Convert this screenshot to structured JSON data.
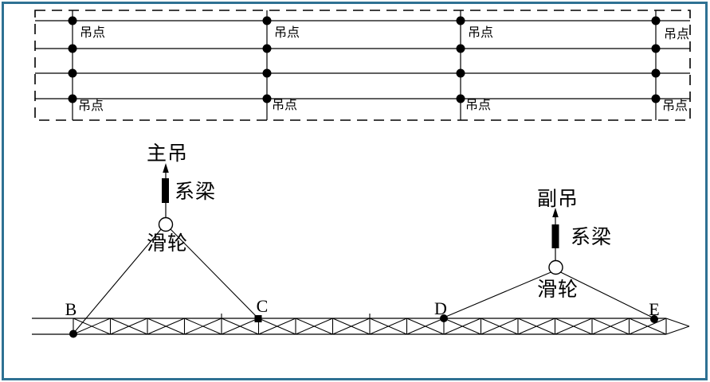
{
  "plan_view": {
    "hoist_point_label": "吊点"
  },
  "elevation": {
    "main_assembly": {
      "crane_label": "主吊",
      "tie_beam_label": "系梁",
      "pulley_label": "滑轮"
    },
    "aux_assembly": {
      "crane_label": "副吊",
      "tie_beam_label": "系梁",
      "pulley_label": "滑轮"
    },
    "support_points": {
      "b": "B",
      "c": "C",
      "d": "D",
      "e": "E"
    }
  },
  "colors": {
    "frame": "#2e7193",
    "ink": "#000000",
    "background": "#ffffff"
  }
}
